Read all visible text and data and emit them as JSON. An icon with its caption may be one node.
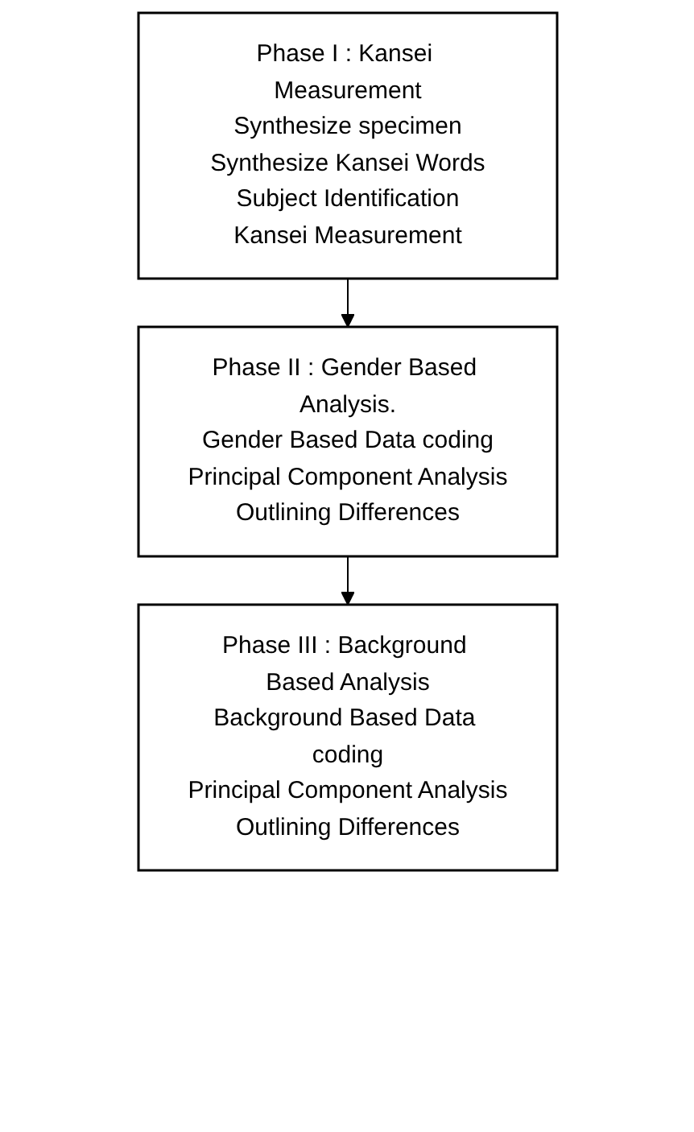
{
  "diagram": {
    "nodes": [
      {
        "text": [
          "Phase I : Kansei Measurement",
          "Synthesize specimen",
          "Synthesize Kansei Words",
          "Subject Identification",
          "Kansei Measurement"
        ]
      },
      {
        "text": [
          "Phase II : Gender Based Analysis.",
          "Gender Based Data coding",
          "Principal Component Analysis",
          "Outlining Differences"
        ]
      },
      {
        "text": [
          "Phase III : Background Based Analysis",
          "Background Based Data coding",
          "Principal Component Analysis",
          "Outlining Differences"
        ]
      }
    ],
    "edges": [
      {
        "from": 0,
        "to": 1,
        "arrow": "to"
      },
      {
        "from": 1,
        "to": 2,
        "arrow": "to"
      }
    ]
  }
}
